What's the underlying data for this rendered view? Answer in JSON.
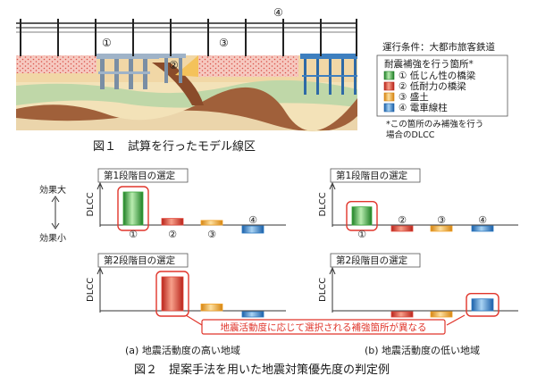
{
  "fig1": {
    "caption": "図１　試算を行ったモデル線区",
    "markers": [
      "①",
      "②",
      "③",
      "④"
    ],
    "condition": "運行条件：大都市旅客鉄道",
    "legend": {
      "title": "耐震補強を行う箇所*",
      "items": [
        {
          "label": "① 低じん性の橋梁",
          "color": "#3aa83a"
        },
        {
          "label": "② 低耐力の橋梁",
          "color": "#e2463a"
        },
        {
          "label": "③ 盛土",
          "color": "#f2a32a"
        },
        {
          "label": "④ 電車線柱",
          "color": "#2a78c2"
        }
      ],
      "note1": "*この箇所のみ補強を行う",
      "note2": "場合のDLCC"
    }
  },
  "fig2": {
    "caption": "図２　提案手法を用いた地震対策優先度の判定例",
    "yaxis": {
      "top": "効果大",
      "bottom": "効果小",
      "label": "DLCC"
    },
    "stage1_label": "第1段階目の選定",
    "stage2_label": "第2段階目の選定",
    "bar_labels": [
      "①",
      "②",
      "③",
      "④"
    ],
    "callout": "地震活動度に応じて選択される補強箇所が異なる",
    "panel_a_caption": "(a) 地震活動度の高い地域",
    "panel_b_caption": "(b) 地震活動度の低い地域",
    "colors": [
      "#3aa83a",
      "#e2463a",
      "#f2a32a",
      "#2a78c2"
    ],
    "highlight_color": "#e0352b",
    "panels": [
      {
        "id": "a1",
        "values": [
          1.0,
          0.2,
          0.14,
          -0.2
        ],
        "labels_shown": [
          true,
          true,
          true,
          true
        ],
        "highlight": 0
      },
      {
        "id": "b1",
        "values": [
          0.55,
          -0.15,
          -0.15,
          -0.15
        ],
        "labels_shown": [
          true,
          true,
          true,
          true
        ],
        "highlight": 0
      },
      {
        "id": "a2",
        "values": [
          1.0,
          0.2,
          -0.15
        ],
        "bars": [
          1,
          2,
          3
        ],
        "labels_shown": [
          false,
          false,
          false,
          false
        ],
        "highlight": 1
      },
      {
        "id": "b2",
        "values": [
          -0.15,
          -0.15,
          0.35
        ],
        "bars": [
          1,
          2,
          3
        ],
        "labels_shown": [
          false,
          false,
          false,
          false
        ],
        "highlight": 3
      }
    ]
  }
}
